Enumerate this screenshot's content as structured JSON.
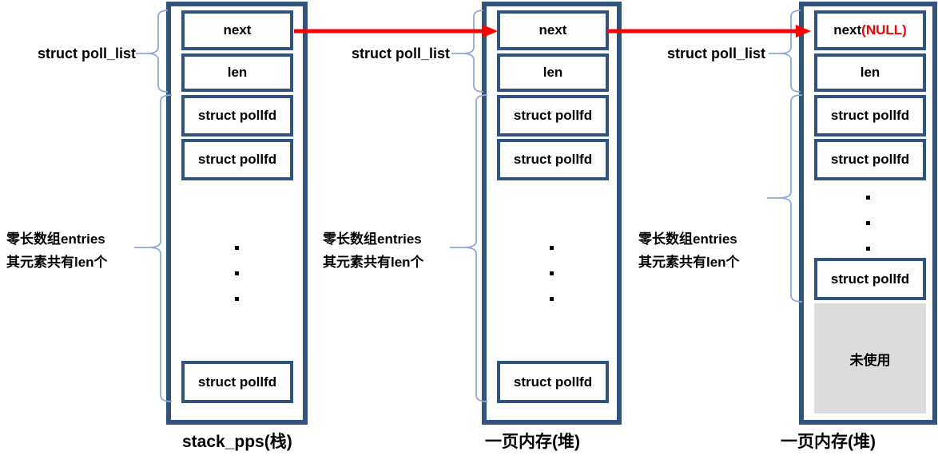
{
  "colors": {
    "box": "#30547F",
    "brace": "#8FAADC",
    "arrow": "#FE0000",
    "null": "#FF0000",
    "gray": "#DCDCDC"
  },
  "labels": {
    "struct_poll_list": "struct poll_list",
    "entries_line1": "零长数组entries",
    "entries_line2": "其元素共有len个"
  },
  "columns": [
    {
      "next": "next",
      "len": "len",
      "pollfd1": "struct pollfd",
      "pollfd2": "struct pollfd",
      "pollfd_last": "struct pollfd",
      "caption": "stack_pps(栈)"
    },
    {
      "next": "next",
      "len": "len",
      "pollfd1": "struct pollfd",
      "pollfd2": "struct pollfd",
      "pollfd_last": "struct pollfd",
      "caption": "一页内存(堆)"
    },
    {
      "next": "next",
      "next_null": "(NULL)",
      "len": "len",
      "pollfd1": "struct pollfd",
      "pollfd2": "struct pollfd",
      "pollfd_last": "struct pollfd",
      "unused": "未使用",
      "caption": "一页内存(堆)"
    }
  ]
}
